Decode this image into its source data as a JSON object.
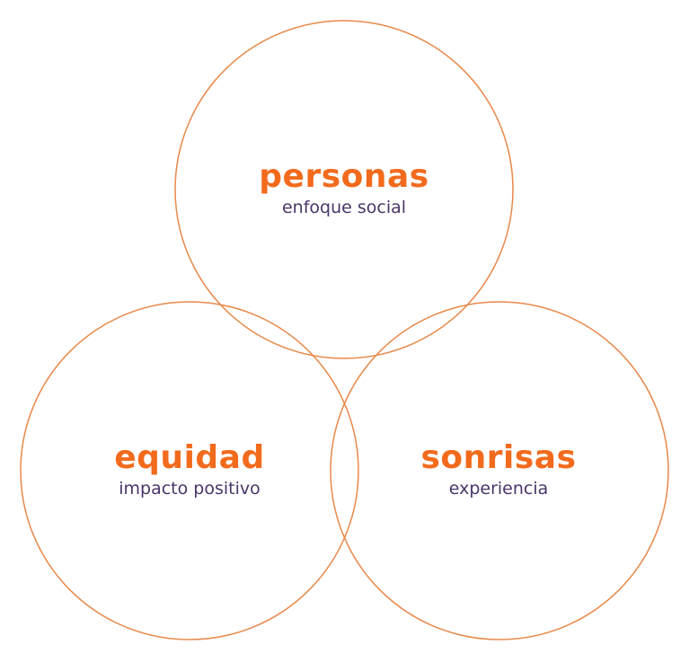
{
  "colors": {
    "circle_stroke": "#e8894a",
    "title": "#f26b1d",
    "subtitle": "#4a3568",
    "background": "#ffffff"
  },
  "circles": [
    {
      "id": "top",
      "title": "personas",
      "subtitle": "enfoque social"
    },
    {
      "id": "left",
      "title": "equidad",
      "subtitle": "impacto positivo"
    },
    {
      "id": "right",
      "title": "sonrisas",
      "subtitle": "experiencia"
    }
  ]
}
